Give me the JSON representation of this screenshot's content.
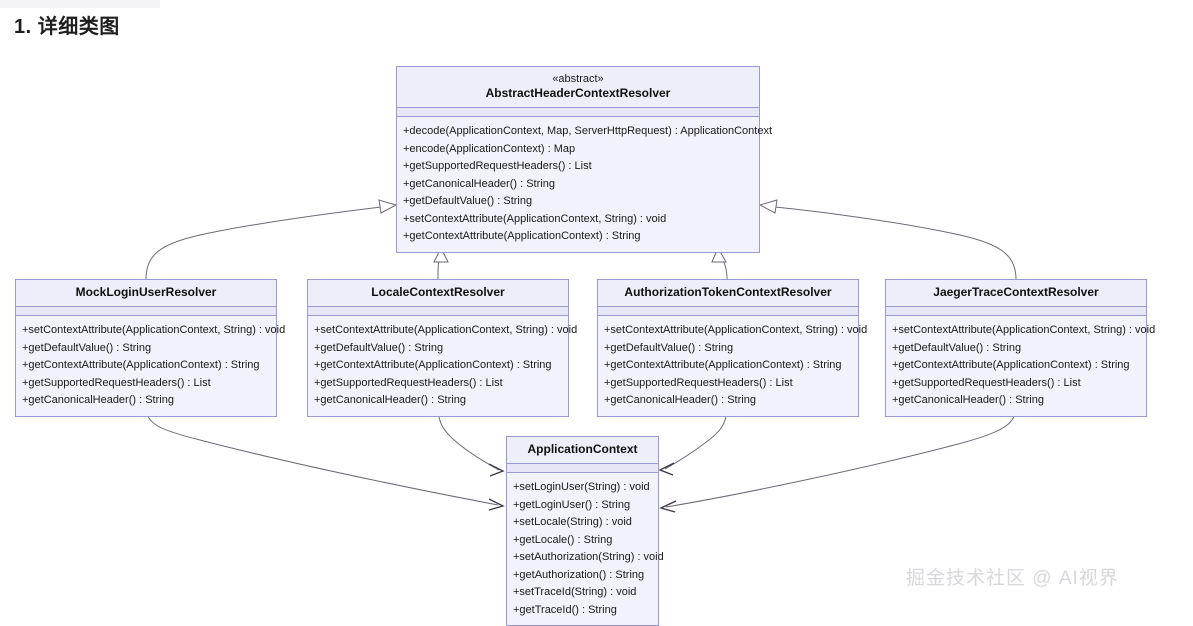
{
  "page": {
    "title": "1. 详细类图",
    "watermark": "掘金技术社区 @ AI视界",
    "background_color": "#ffffff",
    "box_fill": "#f2f2fc",
    "box_header_fill": "#eeeefa",
    "box_border": "#9a9ad0",
    "connector_color": "#6b6b78"
  },
  "diagram": {
    "type": "uml-class-diagram",
    "abstract_class": {
      "stereotype": "«abstract»",
      "name": "AbstractHeaderContextResolver",
      "methods": [
        "+decode(ApplicationContext, Map, ServerHttpRequest) : ApplicationContext",
        "+encode(ApplicationContext) : Map",
        "+getSupportedRequestHeaders() : List",
        "+getCanonicalHeader() : String",
        "+getDefaultValue() : String",
        "+setContextAttribute(ApplicationContext, String) : void",
        "+getContextAttribute(ApplicationContext) : String"
      ]
    },
    "subclasses": [
      {
        "name": "MockLoginUserResolver",
        "methods": [
          "+setContextAttribute(ApplicationContext, String) : void",
          "+getDefaultValue() : String",
          "+getContextAttribute(ApplicationContext) : String",
          "+getSupportedRequestHeaders() : List",
          "+getCanonicalHeader() : String"
        ]
      },
      {
        "name": "LocaleContextResolver",
        "methods": [
          "+setContextAttribute(ApplicationContext, String) : void",
          "+getDefaultValue() : String",
          "+getContextAttribute(ApplicationContext) : String",
          "+getSupportedRequestHeaders() : List",
          "+getCanonicalHeader() : String"
        ]
      },
      {
        "name": "AuthorizationTokenContextResolver",
        "methods": [
          "+setContextAttribute(ApplicationContext, String) : void",
          "+getDefaultValue() : String",
          "+getContextAttribute(ApplicationContext) : String",
          "+getSupportedRequestHeaders() : List",
          "+getCanonicalHeader() : String"
        ]
      },
      {
        "name": "JaegerTraceContextResolver",
        "methods": [
          "+setContextAttribute(ApplicationContext, String) : void",
          "+getDefaultValue() : String",
          "+getContextAttribute(ApplicationContext) : String",
          "+getSupportedRequestHeaders() : List",
          "+getCanonicalHeader() : String"
        ]
      }
    ],
    "context_class": {
      "name": "ApplicationContext",
      "methods": [
        "+setLoginUser(String) : void",
        "+getLoginUser() : String",
        "+setLocale(String) : void",
        "+getLocale() : String",
        "+setAuthorization(String) : void",
        "+getAuthorization() : String",
        "+setTraceId(String) : void",
        "+getTraceId() : String"
      ]
    },
    "relationships": {
      "generalization_label": "generalization",
      "dependency_label": "dependency",
      "generalizations": [
        "MockLoginUserResolver -> AbstractHeaderContextResolver",
        "LocaleContextResolver -> AbstractHeaderContextResolver",
        "AuthorizationTokenContextResolver -> AbstractHeaderContextResolver",
        "JaegerTraceContextResolver -> AbstractHeaderContextResolver"
      ],
      "dependencies": [
        "MockLoginUserResolver -> ApplicationContext",
        "LocaleContextResolver -> ApplicationContext",
        "AuthorizationTokenContextResolver -> ApplicationContext",
        "JaegerTraceContextResolver -> ApplicationContext"
      ]
    }
  }
}
